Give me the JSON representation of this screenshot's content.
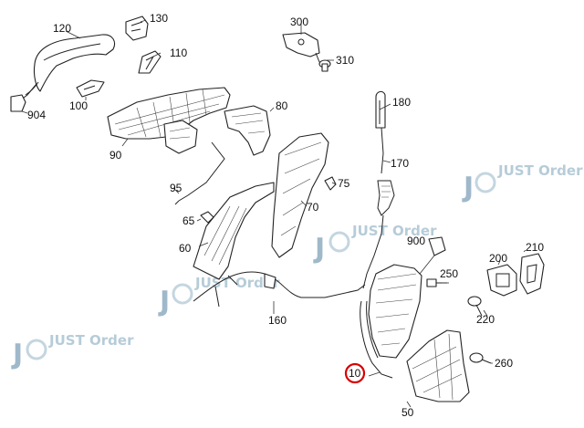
{
  "callouts": [
    "120",
    "130",
    "300",
    "310",
    "110",
    "904",
    "100",
    "90",
    "80",
    "180",
    "170",
    "95",
    "75",
    "65",
    "70",
    "60",
    "900",
    "200",
    "210",
    "250",
    "160",
    "220",
    "10",
    "260",
    "50"
  ],
  "highlighted_callout": "10",
  "watermark": {
    "text": "JUST Order",
    "letter": "J"
  },
  "colors": {
    "highlight": "#d80000",
    "watermark": "#b6ccd8",
    "line": "#222222"
  }
}
